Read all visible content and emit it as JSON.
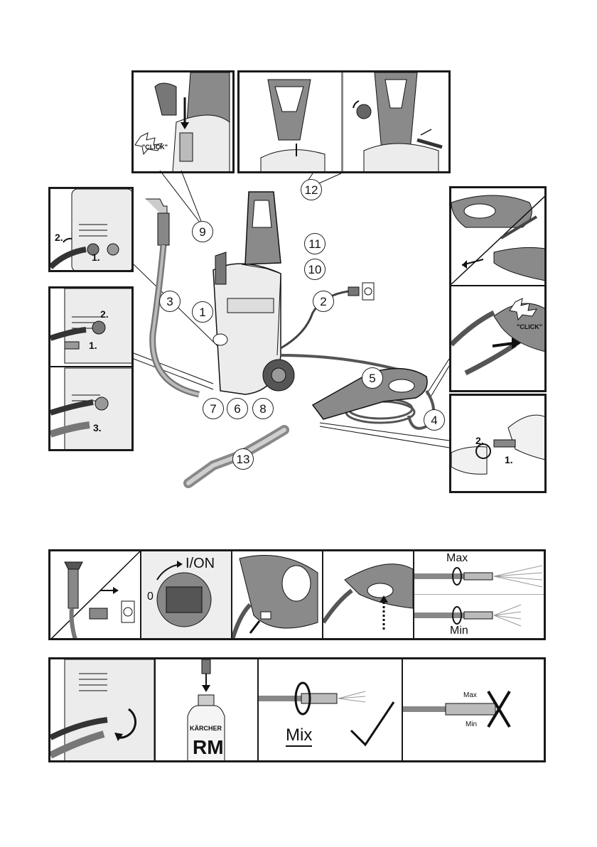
{
  "overview": {
    "callouts": [
      "1",
      "2",
      "3",
      "4",
      "5",
      "6",
      "7",
      "8",
      "9",
      "10",
      "11",
      "12",
      "13"
    ]
  },
  "panels": {
    "hose_connect_top": {
      "step_a": "2.",
      "step_b": "1."
    },
    "hose_connect_mid": {
      "step_a": "2.",
      "step_b": "1."
    },
    "hose_connect_low": {
      "step_c": "3."
    },
    "bracket_click": {
      "click_text": "\"CLICK\""
    },
    "gun_click": {
      "click_text": "\"CLICK\""
    },
    "lance_connect": {
      "step_a": "2.",
      "step_b": "1."
    }
  },
  "operation_strip": {
    "switch_label": "I/ON",
    "switch_off": "0",
    "nozzle_max": "Max",
    "nozzle_min": "Min"
  },
  "detergent_strip": {
    "mix_label": "Mix",
    "bottle_text": "KÄRCHER",
    "bottle_code": "RM",
    "wrong_max": "Max",
    "wrong_min": "Min"
  },
  "colors": {
    "line": "#1a1a1a",
    "body_grey": "#e8e8e8",
    "handle_grey": "#8a8a8a",
    "dark_grey": "#555555"
  }
}
